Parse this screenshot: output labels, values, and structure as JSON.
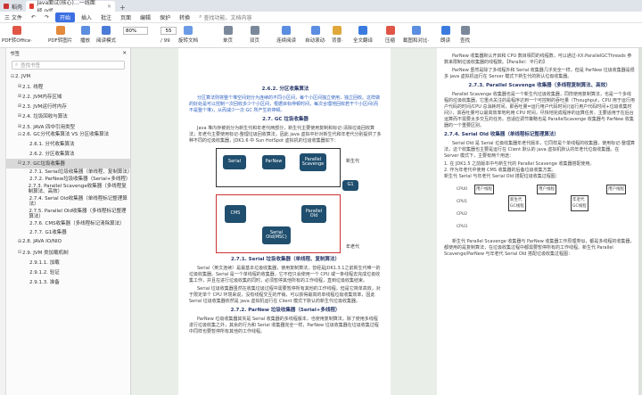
{
  "tabs": [
    {
      "label": "稻壳",
      "color": "#c33"
    },
    {
      "label": "Java面试(核心)…一线面经.pdf",
      "color": "#e03a2e"
    }
  ],
  "menu": {
    "file_label": "三 文件",
    "items": [
      "开始",
      "插入",
      "批注",
      "页面",
      "编辑",
      "保护",
      "转换"
    ],
    "search_label": "查找功能、文档内容"
  },
  "toolbar": {
    "tools": [
      "PDF转Office·",
      "PDF转图片",
      "播放",
      "阅读模式",
      "旋转文档",
      "单页",
      "双页",
      "连续阅读",
      "自动滚动·",
      "背景·",
      "全文翻译",
      "压缩",
      "截图和对比·",
      "朗读",
      "查找"
    ],
    "zoom": "80%",
    "page_current": "55",
    "page_total": "/ 99"
  },
  "sidebar": {
    "title": "书签",
    "search_placeholder": "查找书签",
    "items": [
      {
        "label": "2. JVM",
        "level": 0,
        "expanded": true
      },
      {
        "label": "2.1. 线程",
        "level": 1
      },
      {
        "label": "2.2. JVM内存区域",
        "level": 1
      },
      {
        "label": "2.3. JVM运行时内存",
        "level": 1
      },
      {
        "label": "2.4. 垃圾回收与算法",
        "level": 1
      },
      {
        "label": "2.5. JAVA 四中引用类型",
        "level": 1
      },
      {
        "label": "2.6. GC分代收集算法  VS 分区收集算法",
        "level": 1,
        "expanded": true
      },
      {
        "label": "2.6.1. 分代收集算法",
        "level": 2
      },
      {
        "label": "2.6.2. 分区收集算法",
        "level": 2
      },
      {
        "label": "2.7. GC垃圾收集器",
        "level": 1,
        "expanded": true,
        "selected": true
      },
      {
        "label": "2.7.1. Serial垃圾收集器（单线程、复制算法）",
        "level": 2
      },
      {
        "label": "2.7.2. ParNew垃圾收集器（Serial+多线程）",
        "level": 2
      },
      {
        "label": "2.7.3. Parallel Scavenge收集器（多线程复制算法、高效）",
        "level": 2
      },
      {
        "label": "2.7.4. Serial Old收集器（单线程标记整理算法）",
        "level": 2
      },
      {
        "label": "2.7.5. Parallel Old收集器（多线程标记整理算法）",
        "level": 2
      },
      {
        "label": "2.7.6. CMS收集器（多线程标记清除算法）",
        "level": 2
      },
      {
        "label": "2.7.7. G1收集器",
        "level": 2
      },
      {
        "label": "2.8. JAVA IO/NIO",
        "level": 1
      },
      {
        "label": "2.9. JVM 类加载机制",
        "level": 1,
        "expanded": true
      },
      {
        "label": "2.9.1.1. 加载",
        "level": 2
      },
      {
        "label": "2.9.1.2. 验证",
        "level": 2
      },
      {
        "label": "2.9.1.3. 准备",
        "level": 2
      }
    ]
  },
  "page_left": {
    "h262": "2.6.2. 分区收集算法",
    "p262": "分区算法则将整个堆空间划分为连续的不同小区间，每个小区间独立使用，独立回收。这样做的好处是可以控制一次回收多少个小区间，根据目标停顿时间，每次合理地回收若干个小区间(而不是整个堆)，从而减少一次 GC 所产生的停顿。",
    "h27": "2.7. GC 垃圾收集器",
    "p27": "Java 堆内存被划分为新生代和年老代两部分，新生代主要使用复制和标记-清除垃圾回收算法；年老代主要使用标记-整理垃圾回收算法，因此 java 虚拟中针对新生代和年老代分别提供了多种不同的垃圾收集器，JDK1.6 中 Sun HotSpot 虚拟机的垃圾收集器如下：",
    "diagram": {
      "young_label": "新生代",
      "old_label": "年老代",
      "boxes": [
        "Serial",
        "ParNew",
        "Parallel Scavenge",
        "G1",
        "CMS",
        "Parallel Old",
        "Serial Old(MSC)"
      ]
    },
    "h271": "2.7.1. Serial 垃圾收集器（单线程、复制算法）",
    "p271a": "Serial（英文连续）是最基本垃圾收集器，使用复制算法，曾经是JDK1.3.1之前新生代唯一的垃圾收集器。Serial 是一个单线程的收集器，它不但只会使用一个 CPU 或一条线程去完成垃圾收集工作，并且在进行垃圾收集的同时，必须暂停其他所有的工作线程，直到垃圾收集结束。",
    "p271b": "Serial 垃圾收集器虽然在收集垃圾过程中需要暂停所有其他的工作线程，但是它简单高效，对于限定单个 CPU 环境来说，没有线程交互的开销，可以获得最高的单线程垃圾收集效率，因此 Serial 垃圾收集器依然是 java 虚拟机运行在 Client 模式下默认的新生代垃圾收集器。",
    "h272": "2.7.2. ParNew 垃圾收集器（Serial+多线程）",
    "p272": "ParNew 垃圾收集器其实是 Serial 收集器的多线程版本，也使用复制算法，除了使用多线程进行垃圾收集之外，其余的行为和 Serial 收集器完全一样，ParNew 垃圾收集器在垃圾收集过程中同样也要暂停所有其他的工作线程。"
  },
  "page_right": {
    "p_top": "ParNew 收集器默认开启和 CPU 数目相同的线程数，可以通过-XX:ParallelGCThreads 参数来限制垃圾收集器的线程数。【Parallel：平行的】",
    "p_top2": "ParNew 虽然是除了多线程外和 Serial 收集器几乎完全一样，但是 ParNew 垃圾收集器是很多 java 虚拟机运行在 Server 模式下新生代的默认垃圾收集器。",
    "h273": "2.7.3. Parallel Scavenge 收集器（多线程复制算法、高效）",
    "p273": "Parallel Scavenge 收集器也是一个新生代垃圾收集器，同样使用复制算法，也是一个多线程的垃圾收集器，它重点关注的是程序达到一个可控制的吞吐量（Thoughput，CPU 用于运行用户代码的时间/CPU 总消耗时间，即吞吐量=运行用户代码时间/(运行用户代码时间+垃圾收集时间)），高吞吐量可以最高效率地利用 CPU 时间，尽快地完成程序的运算任务，主要适用于在后台运算而不需要太多交互的任务。自适应调节策略也是 ParallelScavenge 收集器与 ParNew 收集器的一个重要区别。",
    "h274": "2.7.4. Serial Old 收集器（单线程标记整理算法）",
    "p274": "Serial Old 是 Serial 垃圾收集器年老代版本，它同样是个单线程的收集器，使用标记-整理算法，这个收集器也主要是运行在 Client 默认的 java 虚拟机默认的年老代垃圾收集器。在 Server 模式下，主要有两个用途：",
    "list1": "1.  在 JDK1.5 之前版本中与新生代的 Parallel Scavenge 收集器搭配使用。",
    "list2": "2.  作为年老代中使用 CMS 收集器的后备垃圾收集方案。",
    "p274b": "新生代 Serial 与年老代 Serial Old 搭配垃圾收集过程图：",
    "gc_rows": [
      "CPU0",
      "CPU1",
      "CPU2",
      "CPU3"
    ],
    "gc_cells": [
      "用户线程",
      "新生代\nGC线程",
      "用户线程",
      "年老代\nGC线程",
      "用户线程"
    ],
    "p_bottom": "新生代 Parallel Scavenge 收集器与 ParNew 收集器工作原理类似，都是多线程的收集器，都使用的是复制算法，在垃圾收集过程中都需要暂停所有的工作线程。新生代 Parallel Scavenge/ParNew 与年老代 Serial Old 搭配垃圾收集过程图："
  }
}
